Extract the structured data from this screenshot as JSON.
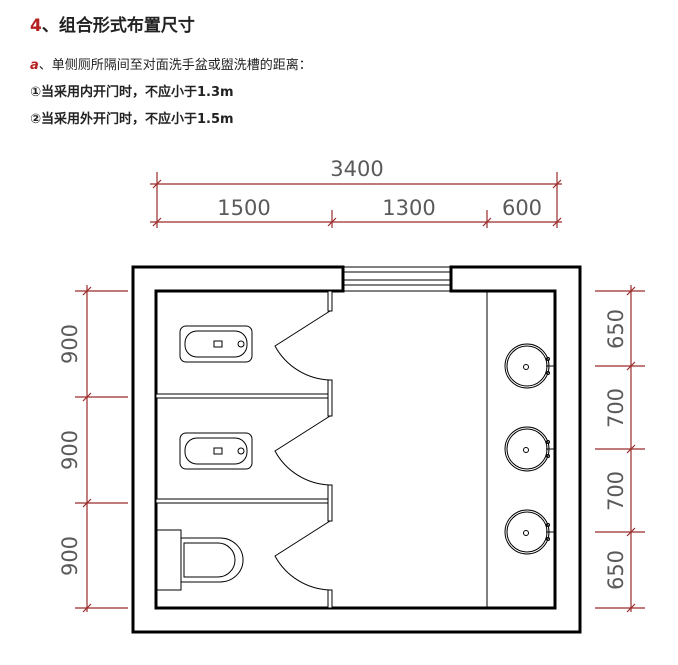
{
  "heading": {
    "number": "4",
    "text": "、组合形式布置尺寸"
  },
  "item_a": {
    "letter": "a",
    "text": "、单侧厕所隔间至对面洗手盆或盥洗槽的距离："
  },
  "rule1": "①当采用内开门时，不应小于1.3m",
  "rule2": "②当采用外开门时，不应小于1.5m",
  "dims": {
    "total_width": "3400",
    "widths": [
      "1500",
      "1300",
      "600"
    ],
    "left_heights": [
      "900",
      "900",
      "900"
    ],
    "right_heights": [
      "650",
      "700",
      "700",
      "650"
    ]
  },
  "colors": {
    "accent": "#b3201f",
    "dimension_line": "#9a2b2b",
    "dimension_text": "#5a5a5a"
  }
}
